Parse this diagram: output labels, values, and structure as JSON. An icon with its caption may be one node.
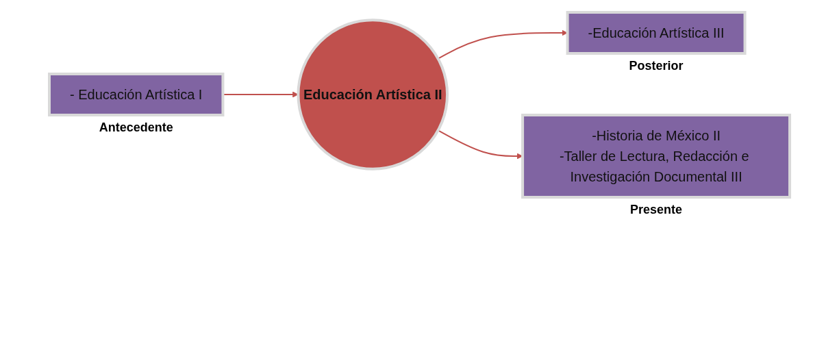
{
  "diagram": {
    "nodes": [
      {
        "text": [
          "- Educación Artística I"
        ],
        "beside": [
          "Antecedente"
        ]
      },
      {
        "text": [
          "Educación Artística II"
        ]
      },
      {
        "text": [
          "-Educación Artística III"
        ],
        "beside": [
          "Posterior"
        ]
      },
      {
        "text": [
          "-Historia de México II",
          "-Taller de Lectura, Redacción e Investigación Documental III"
        ],
        "beside": [
          "Presente"
        ]
      }
    ],
    "edges": [
      {
        "from": 0,
        "to": 1,
        "arrow": "to"
      },
      {
        "from": 1,
        "to": 2,
        "arrow": "to"
      },
      {
        "from": 1,
        "to": 3,
        "arrow": "to"
      }
    ]
  }
}
